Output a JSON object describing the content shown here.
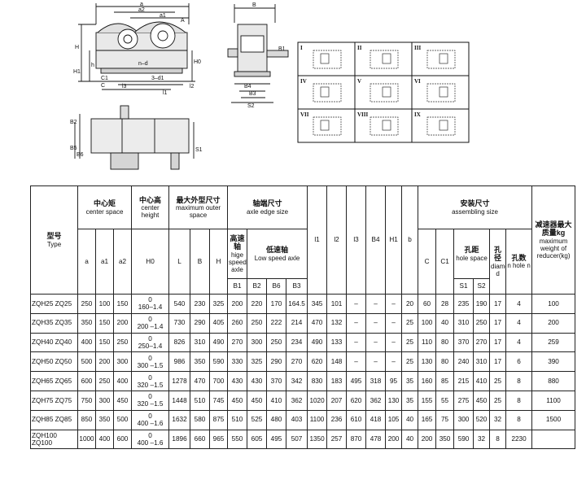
{
  "view_labels": {
    "side_top": [
      "a",
      "a2",
      "a1",
      "A"
    ],
    "side_left": [
      "H",
      "H1",
      "H0",
      "h"
    ],
    "side_misc": [
      "n-d",
      "3-d1",
      "C1",
      "C",
      "l3",
      "l1",
      "l2"
    ],
    "end_view": [
      "B",
      "B1",
      "B4",
      "B3",
      "S2"
    ],
    "plan_view": [
      "B2",
      "B5",
      "B6",
      "S1"
    ]
  },
  "assembly_types": [
    "I",
    "II",
    "III",
    "IV",
    "V",
    "VI",
    "VII",
    "VIII",
    "IX"
  ],
  "table": {
    "col_model_zh": "型号",
    "col_model_en": "Type",
    "center_space_zh": "中心矩",
    "center_space_en": "center space",
    "center_height_zh": "中心高",
    "center_height_en": "center height",
    "outer_size_zh": "最大外型尺寸",
    "outer_size_en": "maximum outer space",
    "axle_size_zh": "轴端尺寸",
    "axle_size_en": "axle edge size",
    "high_axle_zh": "高速轴",
    "high_axle_en": "hige speed axle",
    "low_axle_zh": "低速轴",
    "low_axle_en": "Low speed axle",
    "assembly_zh": "安装尺寸",
    "assembly_en": "assembling size",
    "hole_space_zh": "孔距",
    "hole_space_en": "hole space",
    "hole_dia_zh": "孔径",
    "hole_dia_en": "diameter d",
    "hole_num_zh": "孔数",
    "hole_num_en": "n hole n",
    "weight_zh": "减速器最大质量kg",
    "weight_en": "maximum weight of reducer(kg)",
    "sub_center": [
      "a",
      "a1",
      "a2"
    ],
    "sub_height": "H0",
    "sub_outer": [
      "L",
      "B",
      "H"
    ],
    "sub_high": [
      "B1"
    ],
    "sub_low": [
      "B2",
      "B6",
      "B3"
    ],
    "sub_mid": [
      "l1",
      "l2",
      "l3",
      "B4",
      "H1",
      "b"
    ],
    "sub_c": [
      "C",
      "C1"
    ],
    "sub_s": [
      "S1",
      "S2"
    ],
    "rows": [
      {
        "type": "ZQH25  ZQ25",
        "a": "250",
        "a1": "100",
        "a2": "150",
        "h0_top": "0",
        "h0_bot": "160–1.4",
        "L": "540",
        "B": "230",
        "H": "325",
        "B1": "200",
        "B2": "220",
        "B6": "170",
        "B3": "164.5",
        "l1": "345",
        "l2": "101",
        "l3": "–",
        "B4": "–",
        "H1": "–",
        "b": "20",
        "C": "60",
        "C1": "28",
        "S1": "235",
        "S2": "190",
        "d": "17",
        "n": "4",
        "w": "100"
      },
      {
        "type": "ZQH35  ZQ35",
        "a": "350",
        "a1": "150",
        "a2": "200",
        "h0_top": "0",
        "h0_bot": "200 –1.4",
        "L": "730",
        "B": "290",
        "H": "405",
        "B1": "260",
        "B2": "250",
        "B6": "222",
        "B3": "214",
        "l1": "470",
        "l2": "132",
        "l3": "–",
        "B4": "–",
        "H1": "–",
        "b": "25",
        "C": "100",
        "C1": "40",
        "S1": "310",
        "S2": "250",
        "d": "17",
        "n": "4",
        "w": "200"
      },
      {
        "type": "ZQH40  ZQ40",
        "a": "400",
        "a1": "150",
        "a2": "250",
        "h0_top": "0",
        "h0_bot": "250–1.4",
        "L": "826",
        "B": "310",
        "H": "490",
        "B1": "270",
        "B2": "300",
        "B6": "250",
        "B3": "234",
        "l1": "490",
        "l2": "133",
        "l3": "–",
        "B4": "–",
        "H1": "–",
        "b": "25",
        "C": "110",
        "C1": "80",
        "S1": "370",
        "S2": "270",
        "d": "17",
        "n": "4",
        "w": "259"
      },
      {
        "type": "ZQH50  ZQ50",
        "a": "500",
        "a1": "200",
        "a2": "300",
        "h0_top": "0",
        "h0_bot": "300 –1.5",
        "L": "986",
        "B": "350",
        "H": "590",
        "B1": "330",
        "B2": "325",
        "B6": "290",
        "B3": "270",
        "l1": "620",
        "l2": "148",
        "l3": "–",
        "B4": "–",
        "H1": "–",
        "b": "25",
        "C": "130",
        "C1": "80",
        "S1": "240",
        "S2": "310",
        "d": "17",
        "n": "6",
        "w": "390"
      },
      {
        "type": "ZQH65  ZQ65",
        "a": "600",
        "a1": "250",
        "a2": "400",
        "h0_top": "0",
        "h0_bot": "320 –1.5",
        "L": "1278",
        "B": "470",
        "H": "700",
        "B1": "430",
        "B2": "430",
        "B6": "370",
        "B3": "342",
        "l1": "830",
        "l2": "183",
        "l3": "495",
        "B4": "318",
        "H1": "95",
        "b": "35",
        "C": "160",
        "C1": "85",
        "S1": "215",
        "S2": "410",
        "d": "25",
        "n": "8",
        "w": "880"
      },
      {
        "type": "ZQH75  ZQ75",
        "a": "750",
        "a1": "300",
        "a2": "450",
        "h0_top": "0",
        "h0_bot": "320 –1.5",
        "L": "1448",
        "B": "510",
        "H": "745",
        "B1": "450",
        "B2": "450",
        "B6": "410",
        "B3": "362",
        "l1": "1020",
        "l2": "207",
        "l3": "620",
        "B4": "362",
        "H1": "130",
        "b": "35",
        "C": "155",
        "C1": "55",
        "S1": "275",
        "S2": "450",
        "d": "25",
        "n": "8",
        "w": "1100"
      },
      {
        "type": "ZQH85  ZQ85",
        "a": "850",
        "a1": "350",
        "a2": "500",
        "h0_top": "0",
        "h0_bot": "400 –1.6",
        "L": "1632",
        "B": "580",
        "H": "875",
        "B1": "510",
        "B2": "525",
        "B6": "480",
        "B3": "403",
        "l1": "1100",
        "l2": "236",
        "l3": "610",
        "B4": "418",
        "H1": "105",
        "b": "40",
        "C": "165",
        "C1": "75",
        "S1": "300",
        "S2": "520",
        "d": "32",
        "n": "8",
        "w": "1500"
      },
      {
        "type": "ZQH100 ZQ100",
        "a": "1000",
        "a1": "400",
        "a2": "600",
        "h0_top": "0",
        "h0_bot": "400 –1.6",
        "L": "1896",
        "B": "660",
        "H": "965",
        "B1": "550",
        "B2": "605",
        "B6": "495",
        "B3": "507",
        "l1": "1350",
        "l2": "257",
        "l3": "870",
        "B4": "478",
        "H1": "200",
        "b": "40",
        "C": "200",
        "C1": "350",
        "S1": "590",
        "S2": "32",
        "d": "8",
        "n": "2230",
        "w": ""
      }
    ]
  }
}
